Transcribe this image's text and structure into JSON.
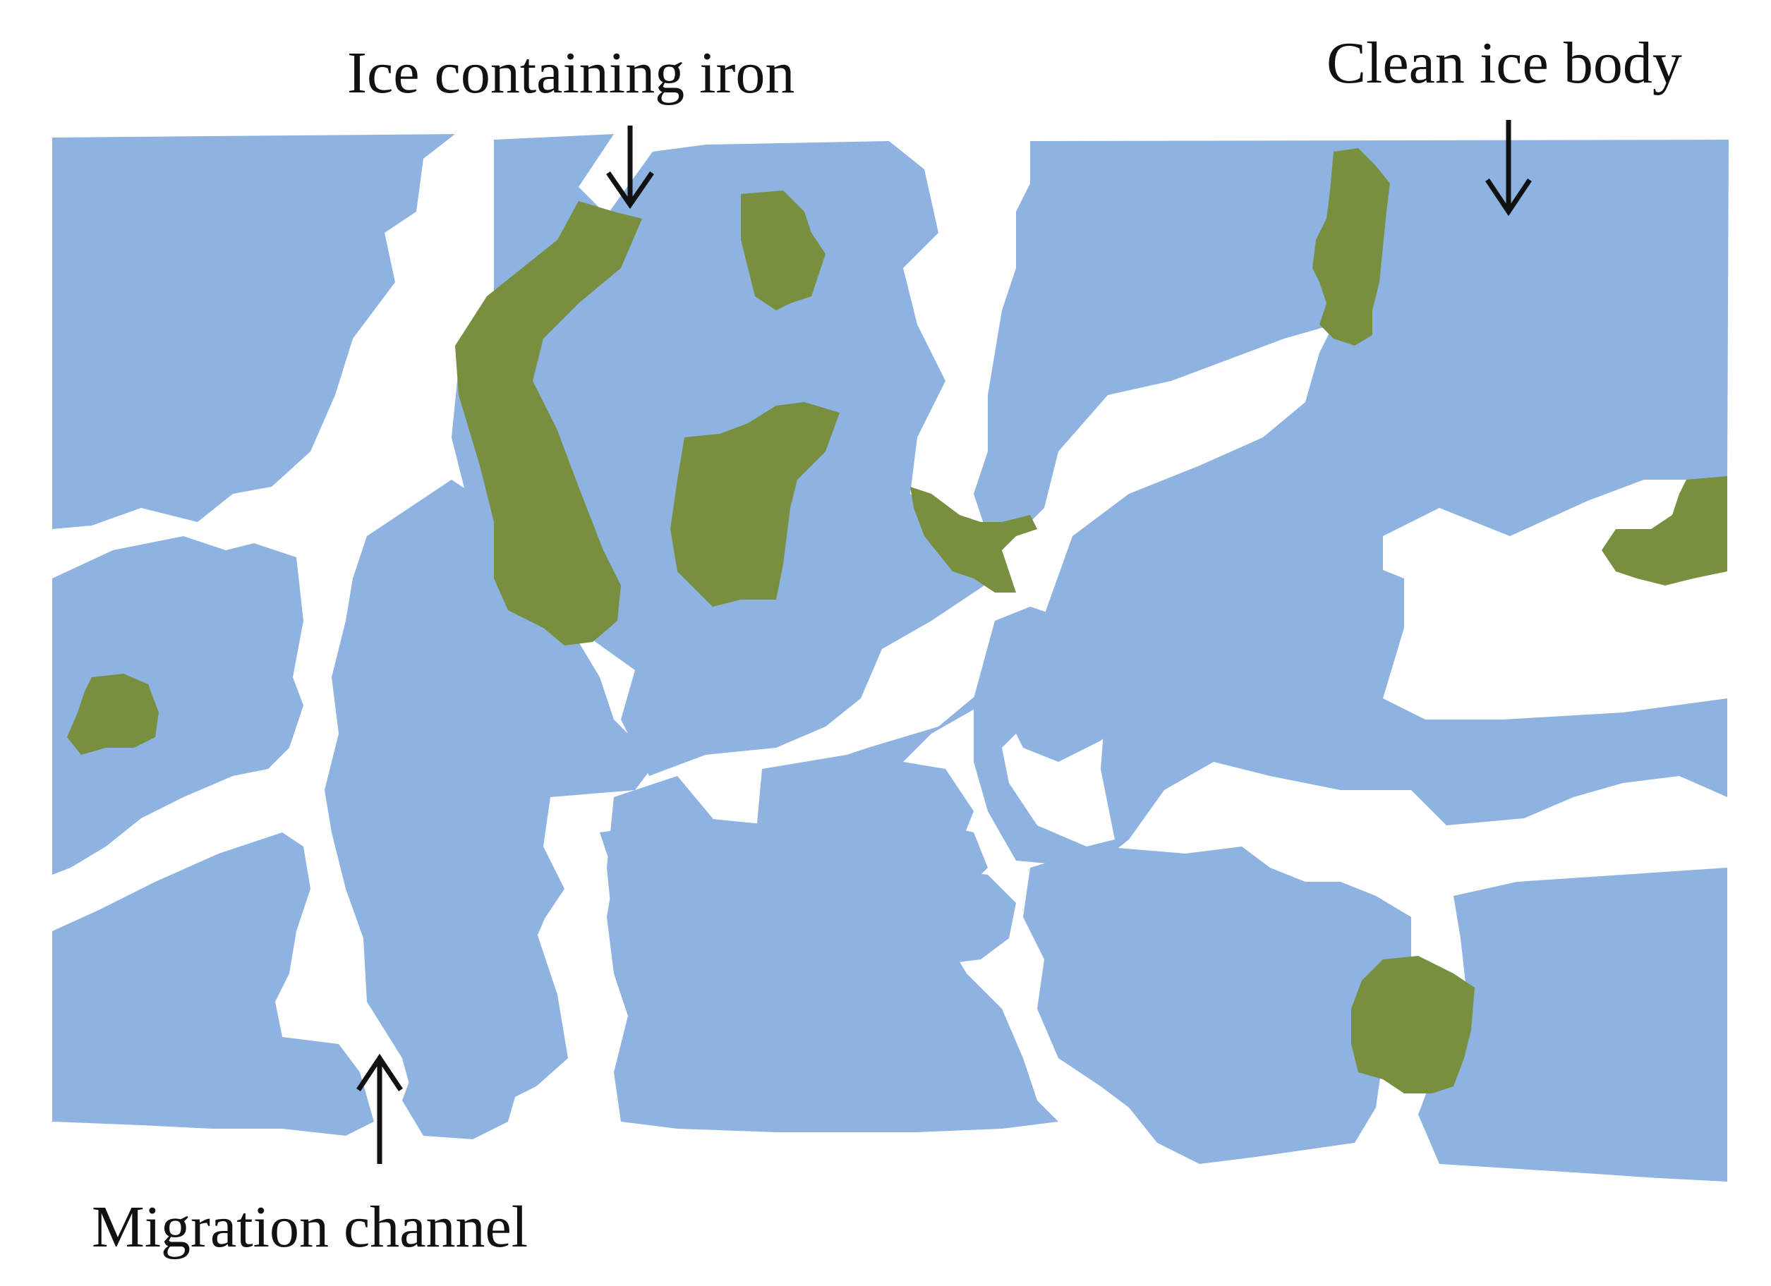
{
  "labels": {
    "ice_containing_iron": "Ice containing iron",
    "clean_ice_body": "Clean ice body",
    "migration_channel": "Migration channel"
  },
  "colors": {
    "ice": "#8eb3e1",
    "iron": "#788f3f",
    "channel": "#ffffff",
    "arrow": "#111111"
  }
}
